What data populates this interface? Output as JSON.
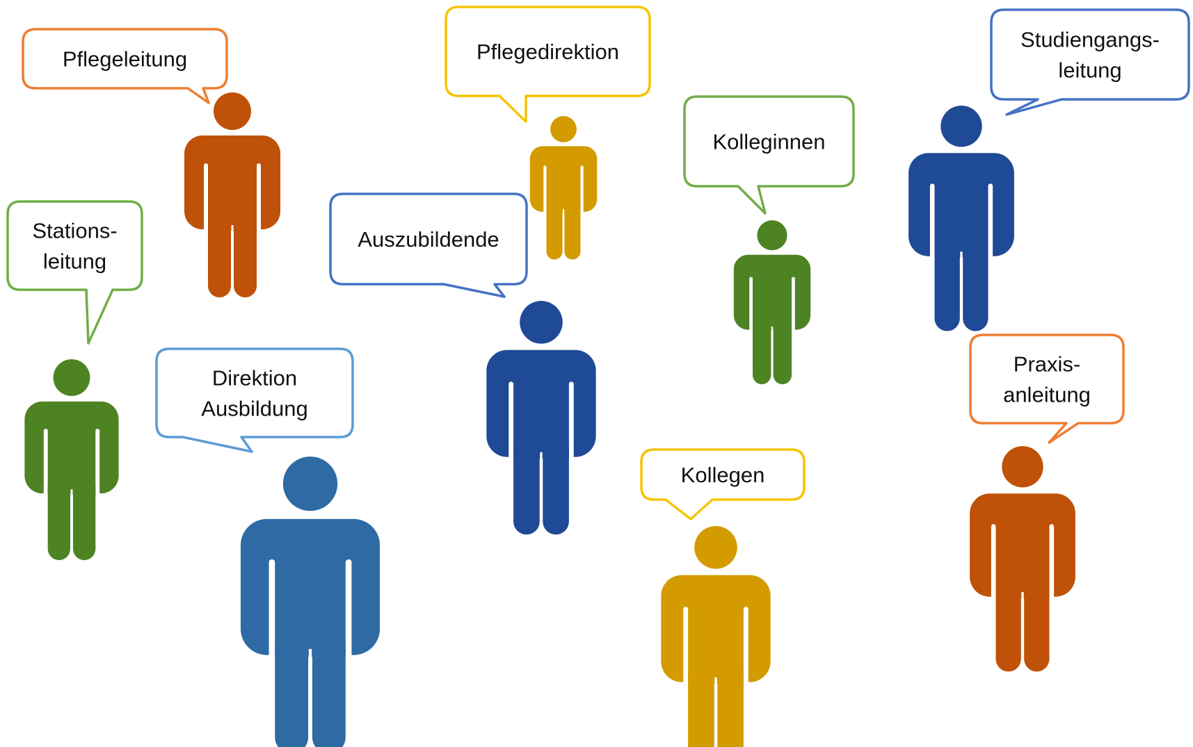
{
  "colors": {
    "orange": "#bf5208",
    "orange_border": "#ed7d31",
    "yellow": "#d49b00",
    "yellow_border": "#f5c400",
    "green": "#4e8324",
    "green_border": "#70ad47",
    "navy": "#1f4a96",
    "navy_border": "#4472c4",
    "steel": "#2e6aa3",
    "steel_border": "#5b9bd5"
  },
  "bubbles": [
    {
      "key": "pflegeleitung",
      "lines": [
        "Pflegeleitung"
      ],
      "border": "orange_border"
    },
    {
      "key": "pflegedirektion",
      "lines": [
        "Pflegedirektion"
      ],
      "border": "yellow_border"
    },
    {
      "key": "studiengangsleitung",
      "lines": [
        "Studiengangs-",
        "leitung"
      ],
      "border": "navy_border"
    },
    {
      "key": "kolleginnen",
      "lines": [
        "Kolleginnen"
      ],
      "border": "green_border"
    },
    {
      "key": "stationsleitung",
      "lines": [
        "Stations-",
        "leitung"
      ],
      "border": "green_border"
    },
    {
      "key": "auszubildende",
      "lines": [
        "Auszubildende"
      ],
      "border": "navy_border"
    },
    {
      "key": "direktion-ausbildung",
      "lines": [
        "Direktion",
        "Ausbildung"
      ],
      "border": "steel_border"
    },
    {
      "key": "praxisanleitung",
      "lines": [
        "Praxis-",
        "anleitung"
      ],
      "border": "orange_border"
    },
    {
      "key": "kollegen",
      "lines": [
        "Kollegen"
      ],
      "border": "yellow_border"
    }
  ],
  "figures": [
    {
      "key": "pflegeleitung",
      "color": "orange"
    },
    {
      "key": "pflegedirektion",
      "color": "yellow"
    },
    {
      "key": "studiengangsleitung",
      "color": "navy"
    },
    {
      "key": "kolleginnen",
      "color": "green"
    },
    {
      "key": "stationsleitung",
      "color": "green"
    },
    {
      "key": "auszubildende",
      "color": "navy"
    },
    {
      "key": "direktion-ausbildung",
      "color": "steel"
    },
    {
      "key": "praxisanleitung",
      "color": "orange"
    },
    {
      "key": "kollegen",
      "color": "yellow"
    }
  ]
}
